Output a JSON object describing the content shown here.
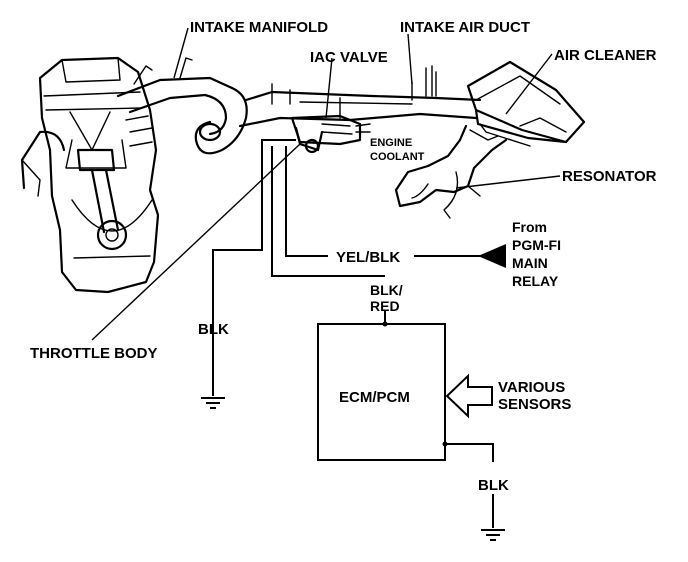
{
  "labels": {
    "intake_manifold": "INTAKE MANIFOLD",
    "intake_air_duct": "INTAKE AIR DUCT",
    "iac_valve": "IAC VALVE",
    "air_cleaner": "AIR CLEANER",
    "engine": "ENGINE",
    "coolant": "COOLANT",
    "resonator": "RESONATOR",
    "from": "From",
    "pgm_fi": "PGM-FI",
    "main": "MAIN",
    "relay": "RELAY",
    "yel_blk": "YEL/BLK",
    "blk_red_1": "BLK/",
    "blk_red_2": "RED",
    "blk_left": "BLK",
    "throttle_body": "THROTTLE BODY",
    "ecm_pcm": "ECM/PCM",
    "various": "VARIOUS",
    "sensors": "SENSORS",
    "blk_bottom": "BLK"
  }
}
